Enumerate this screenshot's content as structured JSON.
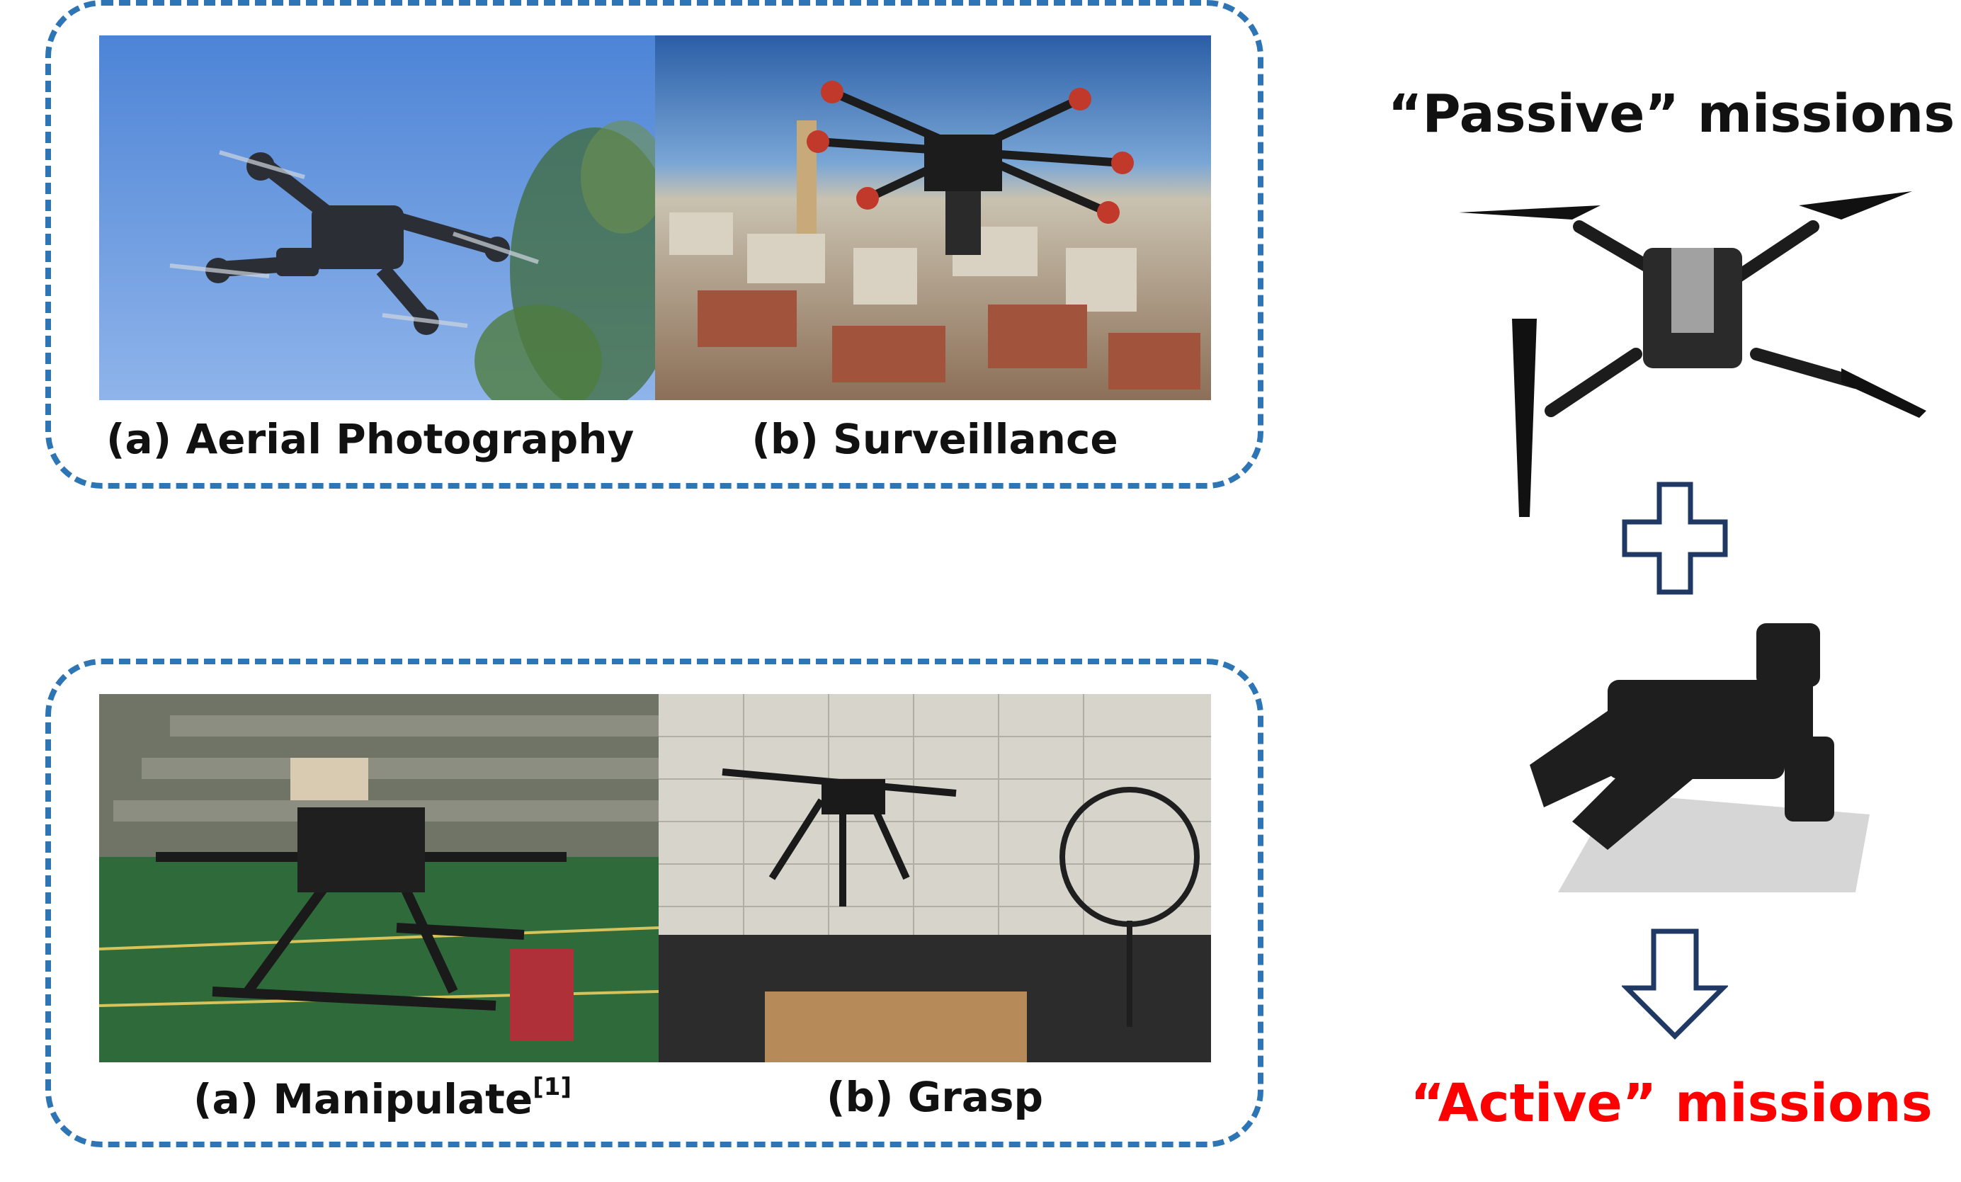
{
  "passive_panel": {
    "captions": {
      "aerial_photography": "(a) Aerial Photography",
      "surveillance": "(b) Surveillance"
    }
  },
  "active_panel": {
    "captions": {
      "manipulate": "(a) Manipulate",
      "manipulate_ref": "[1]",
      "grasp": "(b) Grasp"
    }
  },
  "right_column": {
    "passive_title": "“Passive” missions",
    "active_title": "“Active” missions",
    "plus_symbol": "plus-icon",
    "arrow_symbol": "down-arrow-icon"
  },
  "colors": {
    "panel_border": "#2e75b6",
    "active_title": "#ff0000",
    "symbol_stroke": "#1f3864"
  }
}
